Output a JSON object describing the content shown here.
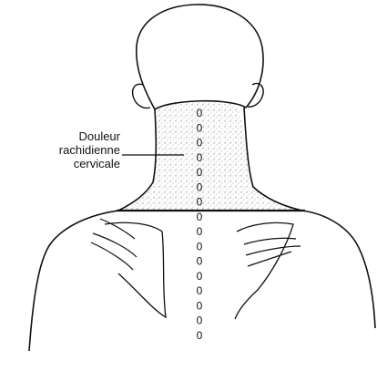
{
  "annotation": {
    "line1": "Douleur",
    "line2": "rachidienne",
    "line3": "cervicale"
  },
  "vertebra_markers": {
    "glyph": "0",
    "count": 16
  },
  "colors": {
    "ink": "#111111",
    "shading": "#bdbdbd",
    "background": "#ffffff"
  }
}
